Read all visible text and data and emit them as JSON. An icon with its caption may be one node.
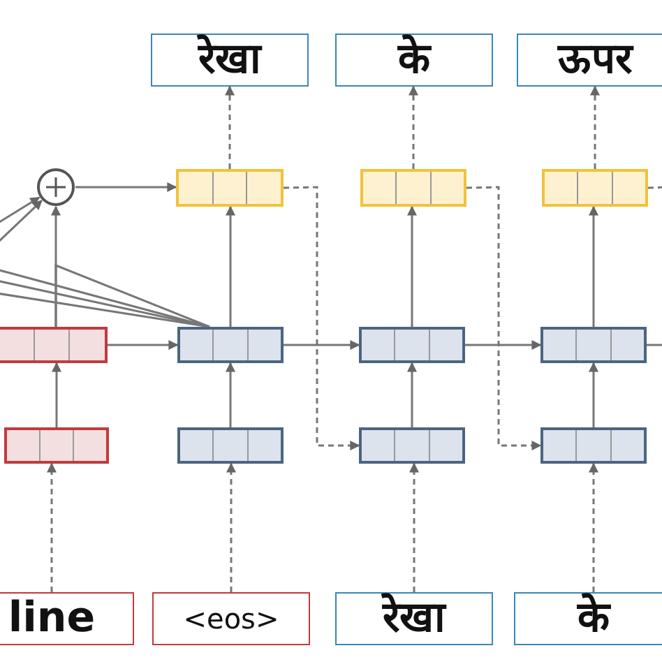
{
  "diagram": {
    "nodes": [
      {
        "text": [
          "रेखा"
        ]
      },
      {
        "text": [
          "के"
        ]
      },
      {
        "text": [
          "ऊपर"
        ]
      },
      {
        "text": [],
        "shape": "circle"
      },
      {
        "text": [],
        "shape": "box"
      },
      {
        "text": [],
        "shape": "box"
      },
      {
        "text": [],
        "shape": "box"
      },
      {
        "text": [],
        "shape": "box"
      },
      {
        "text": [],
        "shape": "box"
      },
      {
        "text": [],
        "shape": "box"
      },
      {
        "text": [],
        "shape": "box"
      },
      {
        "text": [],
        "shape": "box"
      },
      {
        "text": [],
        "shape": "box"
      },
      {
        "text": [],
        "shape": "box"
      },
      {
        "text": [],
        "shape": "box"
      },
      {
        "text": [
          "line"
        ]
      },
      {
        "text": [
          "<eos>"
        ]
      },
      {
        "text": [
          "रेखा"
        ]
      },
      {
        "text": [
          "के"
        ]
      }
    ],
    "edges": [
      {
        "from": 15,
        "to": 11,
        "arrow": "to",
        "style": "dashed"
      },
      {
        "from": 16,
        "to": 12,
        "arrow": "to",
        "style": "dashed"
      },
      {
        "from": 17,
        "to": 13,
        "arrow": "to",
        "style": "dashed"
      },
      {
        "from": 18,
        "to": 14,
        "arrow": "to",
        "style": "dashed"
      },
      {
        "from": 11,
        "to": 7,
        "arrow": "to"
      },
      {
        "from": 12,
        "to": 8,
        "arrow": "to"
      },
      {
        "from": 13,
        "to": 9,
        "arrow": "to"
      },
      {
        "from": 14,
        "to": 10,
        "arrow": "to"
      },
      {
        "from": 7,
        "to": 8,
        "arrow": "to"
      },
      {
        "from": 8,
        "to": 9,
        "arrow": "to"
      },
      {
        "from": 9,
        "to": 10,
        "arrow": "to"
      },
      {
        "from": 10,
        "to": null,
        "arrow": "none"
      },
      {
        "from": 7,
        "to": 3,
        "arrow": "to"
      },
      {
        "from": 3,
        "to": 4,
        "arrow": "to"
      },
      {
        "from": 8,
        "to": 4,
        "arrow": "to"
      },
      {
        "from": 9,
        "to": 5,
        "arrow": "to"
      },
      {
        "from": 10,
        "to": 6,
        "arrow": "to"
      },
      {
        "from": 4,
        "to": 0,
        "arrow": "to",
        "style": "dashed"
      },
      {
        "from": 5,
        "to": 1,
        "arrow": "to",
        "style": "dashed"
      },
      {
        "from": 6,
        "to": 2,
        "arrow": "to",
        "style": "dashed"
      },
      {
        "from": 4,
        "to": 13,
        "arrow": "to",
        "style": "dashed"
      },
      {
        "from": 5,
        "to": 14,
        "arrow": "to",
        "style": "dashed"
      },
      {
        "from": 6,
        "to": null,
        "arrow": "none",
        "style": "dashed"
      },
      {
        "from": null,
        "to": 3,
        "arrow": "to"
      },
      {
        "from": null,
        "to": 3,
        "arrow": "to"
      },
      {
        "from": null,
        "to": 8,
        "arrow": "none"
      },
      {
        "from": null,
        "to": 8,
        "arrow": "none"
      },
      {
        "from": null,
        "to": 8,
        "arrow": "none"
      },
      {
        "from": 7,
        "to": 8,
        "arrow": "none"
      }
    ]
  }
}
